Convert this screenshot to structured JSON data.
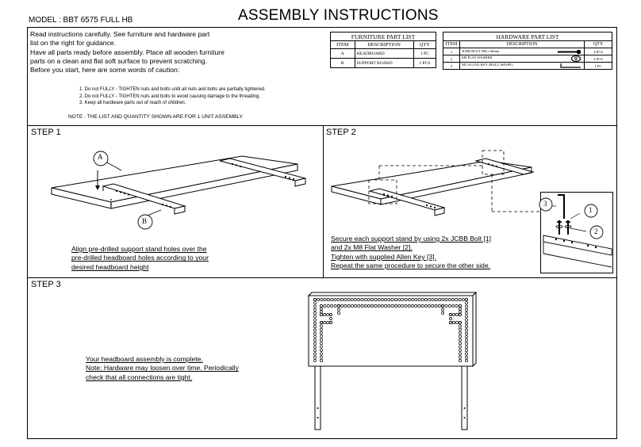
{
  "header": {
    "model": "MODEL : BBT 6575 FULL HB",
    "title": "ASSEMBLY INSTRUCTIONS"
  },
  "intro": {
    "lines": [
      "Read instructions carefully. See furniture and hardware part",
      "list on the right for guidance.",
      "Have all parts ready before assembly. Place all wooden furniture",
      "parts on a clean and flat soft surface to prevent  scratching.",
      "Before you start, here are some words of caution:"
    ],
    "cautions": [
      "1. Do not FULLY - TIGHTEN nuts and bolts until all nuts and bolts are partially tightened.",
      "2. Do not FULLY - TIGHTEN nuts and bolts to avoid causing damage to the threading.",
      "3. Keep all hardware parts out of reach of children."
    ],
    "note": "NOTE : THE LIST AND QUANTITY SHOWN ARE FOR 1 UNIT ASSEMBLY."
  },
  "furniture_parts": {
    "title": "FURNITURE PART LIST",
    "columns": [
      "ITEM",
      "DESCRIPTION",
      "QTY"
    ],
    "rows": [
      {
        "item": "A",
        "description": "HEADBOARD",
        "qty": "1 PC"
      },
      {
        "item": "B",
        "description": "SUPPORT BOARD",
        "qty": "2 PCS"
      }
    ]
  },
  "hardware_parts": {
    "title": "HARDWARE PART LIST",
    "columns": [
      "ITEM",
      "DESCRIPTION",
      "QTY"
    ],
    "rows": [
      {
        "item": "1",
        "description": "JCBB BOLT M8 x 60mm",
        "qty": "4 PCS",
        "icon": "bolt-icon"
      },
      {
        "item": "2",
        "description": "M8 FLAT WASHER",
        "qty": "4 PCS",
        "icon": "washer-icon"
      },
      {
        "item": "3",
        "description": "M5 ALLEN KEY (BALL SHAPE)",
        "qty": "1 PC",
        "icon": "allen-key-icon"
      }
    ]
  },
  "step1": {
    "title": "STEP 1",
    "label_a": "A",
    "label_b": "B",
    "caption": [
      "Align pre-drilled support stand holes over the",
      "pre-drilled headboard holes according to your",
      "desired headboard height"
    ]
  },
  "step2": {
    "title": "STEP 2",
    "callout_1": "1",
    "callout_2": "2",
    "callout_3": "3",
    "caption": [
      "Secure each support stand by using 2x JCBB Bolt [1]",
      "and 2x M8 Flat Washer [2].",
      "Tighten with supplied Allen Key [3].",
      "Repeat the same procedure to secure the other side."
    ]
  },
  "step3": {
    "title": "STEP 3",
    "caption": [
      "Your headboard assembly is complete.",
      "Note: Hardware may loosen over time. Periodically",
      "check that all connections are tight."
    ]
  }
}
